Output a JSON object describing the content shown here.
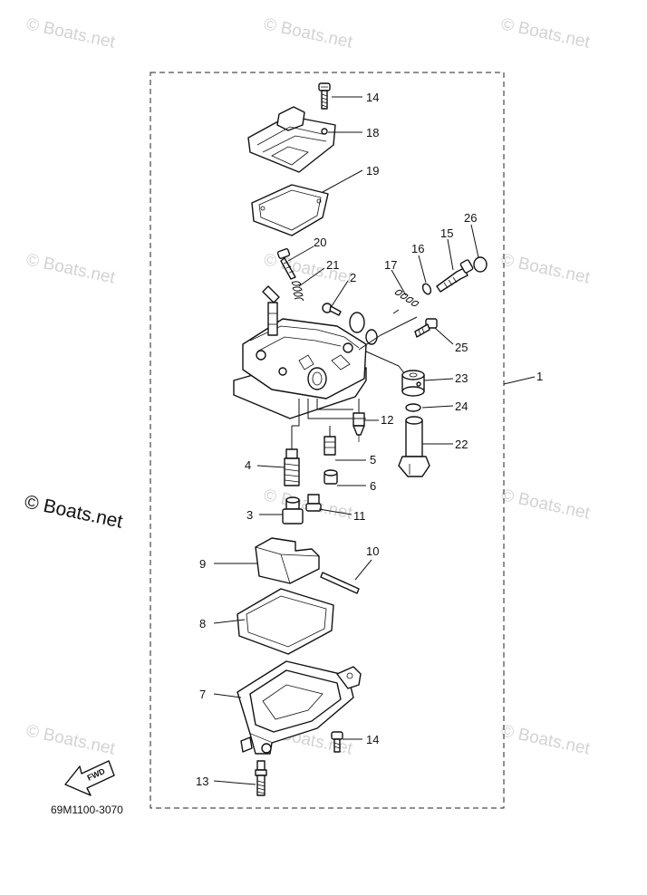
{
  "watermark": {
    "text": "© Boats.net"
  },
  "diagram_code": "69M1100-3070",
  "fwd_label": "FWD",
  "callouts": [
    {
      "id": "c14a",
      "label": "14"
    },
    {
      "id": "c18",
      "label": "18"
    },
    {
      "id": "c19",
      "label": "19"
    },
    {
      "id": "c20",
      "label": "20"
    },
    {
      "id": "c21",
      "label": "21"
    },
    {
      "id": "c2",
      "label": "2"
    },
    {
      "id": "c17",
      "label": "17"
    },
    {
      "id": "c16",
      "label": "16"
    },
    {
      "id": "c15",
      "label": "15"
    },
    {
      "id": "c26",
      "label": "26"
    },
    {
      "id": "c25",
      "label": "25"
    },
    {
      "id": "c23",
      "label": "23"
    },
    {
      "id": "c1",
      "label": "1"
    },
    {
      "id": "c24",
      "label": "24"
    },
    {
      "id": "c12",
      "label": "12"
    },
    {
      "id": "c22",
      "label": "22"
    },
    {
      "id": "c4",
      "label": "4"
    },
    {
      "id": "c5",
      "label": "5"
    },
    {
      "id": "c6",
      "label": "6"
    },
    {
      "id": "c3",
      "label": "3"
    },
    {
      "id": "c11",
      "label": "11"
    },
    {
      "id": "c10",
      "label": "10"
    },
    {
      "id": "c9",
      "label": "9"
    },
    {
      "id": "c8",
      "label": "8"
    },
    {
      "id": "c7",
      "label": "7"
    },
    {
      "id": "c14b",
      "label": "14"
    },
    {
      "id": "c13",
      "label": "13"
    }
  ]
}
